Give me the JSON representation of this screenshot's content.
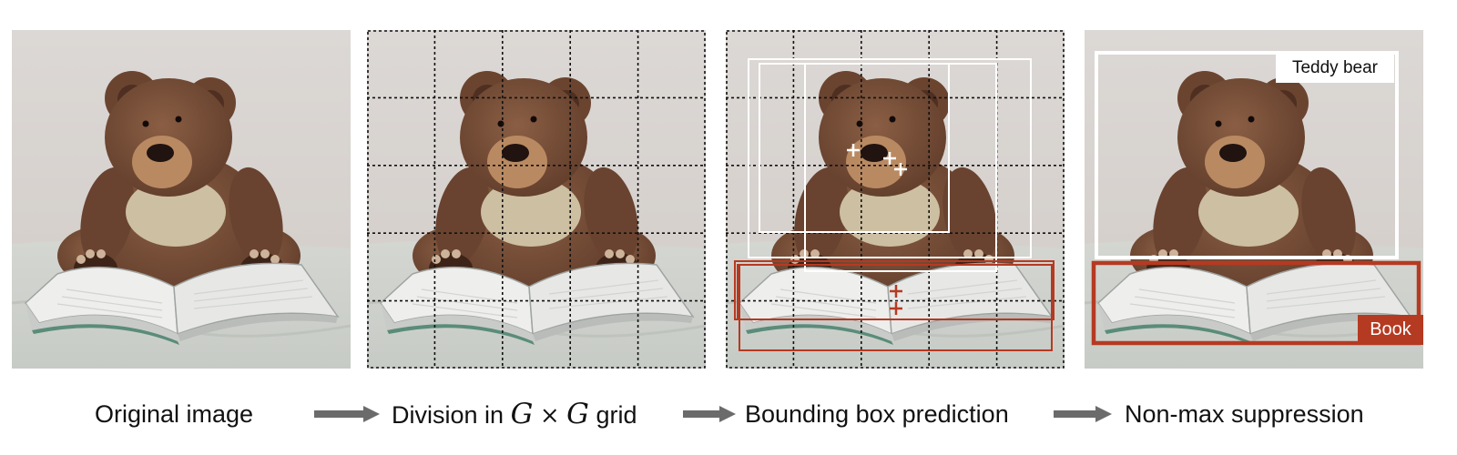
{
  "captions": {
    "step1": "Original image",
    "step2_prefix": "Division in",
    "step2_var1": "G",
    "step2_op": "×",
    "step2_var2": "G",
    "step2_suffix": "grid",
    "step3": "Bounding box prediction",
    "step4": "Non-max suppression"
  },
  "labels": {
    "teddy": "Teddy bear",
    "book": "Book"
  },
  "colors": {
    "box_white": "#ffffff",
    "box_red": "#b53a22",
    "arrow": "#6b6b6b",
    "grid": "#111111"
  },
  "icons": [
    "right-arrow-icon",
    "plus-marker-icon"
  ]
}
